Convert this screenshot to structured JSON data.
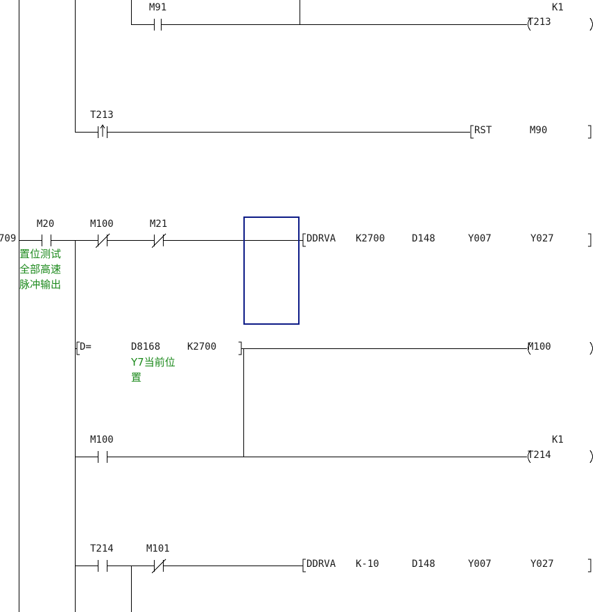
{
  "app": {
    "view": "ladder-diagram"
  },
  "rungs": {
    "r1": {
      "contact": "M91",
      "coil": "T213",
      "const": "K1"
    },
    "r2": {
      "contact": "T213",
      "instr": "RST",
      "operand": "M90"
    },
    "r3": {
      "step": "709",
      "c1": "M20",
      "c2": "M100",
      "c3": "M21",
      "comment_line1": "置位测试",
      "comment_line2": "全部高速",
      "comment_line3": "脉冲输出",
      "instr": "DDRVA",
      "op1": "K2700",
      "op2": "D148",
      "op3": "Y007",
      "op4": "Y027",
      "cmp_instr": "D=",
      "cmp_op1": "D8168",
      "cmp_op2": "K2700",
      "cmp_comment_line1": "Y7当前位",
      "cmp_comment_line2": "置",
      "cmp_coil": "M100",
      "contact_m100": "M100",
      "timer_coil": "T214",
      "timer_const": "K1"
    },
    "r4": {
      "c1": "T214",
      "c2": "M101",
      "instr": "DDRVA",
      "op1": "K-10",
      "op2": "D148",
      "op3": "Y007",
      "op4": "Y027"
    }
  },
  "colors": {
    "selection": "#0c1a86",
    "comment": "#1d8a1d"
  }
}
